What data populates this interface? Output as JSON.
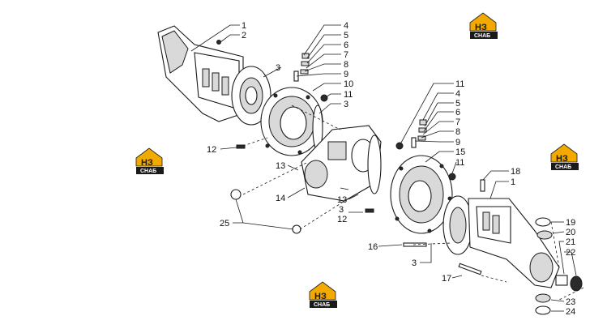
{
  "watermark": {
    "letters": "НЗ",
    "caption": "СНАБ",
    "accent_color": "#f2a900",
    "dark_color": "#1a1a1a"
  },
  "callouts": {
    "c1a": "1",
    "c2": "2",
    "c3a": "3",
    "c4a": "4",
    "c5a": "5",
    "c6a": "6",
    "c7a": "7",
    "c8a": "8",
    "c9a": "9",
    "c10": "10",
    "c11a": "11",
    "c3b": "3",
    "c12a": "12",
    "c13a": "13",
    "c14": "14",
    "c25": "25",
    "c11b": "11",
    "c4b": "4",
    "c5b": "5",
    "c6b": "6",
    "c7b": "7",
    "c8b": "8",
    "c9b": "9",
    "c15": "15",
    "c11c": "11",
    "c3c": "3",
    "c13b": "13",
    "c12b": "12",
    "c16": "16",
    "c3d": "3",
    "c18": "18",
    "c1b": "1",
    "c19": "19",
    "c20": "20",
    "c21": "21",
    "c22": "22",
    "c17": "17",
    "c23": "23",
    "c24": "24"
  }
}
